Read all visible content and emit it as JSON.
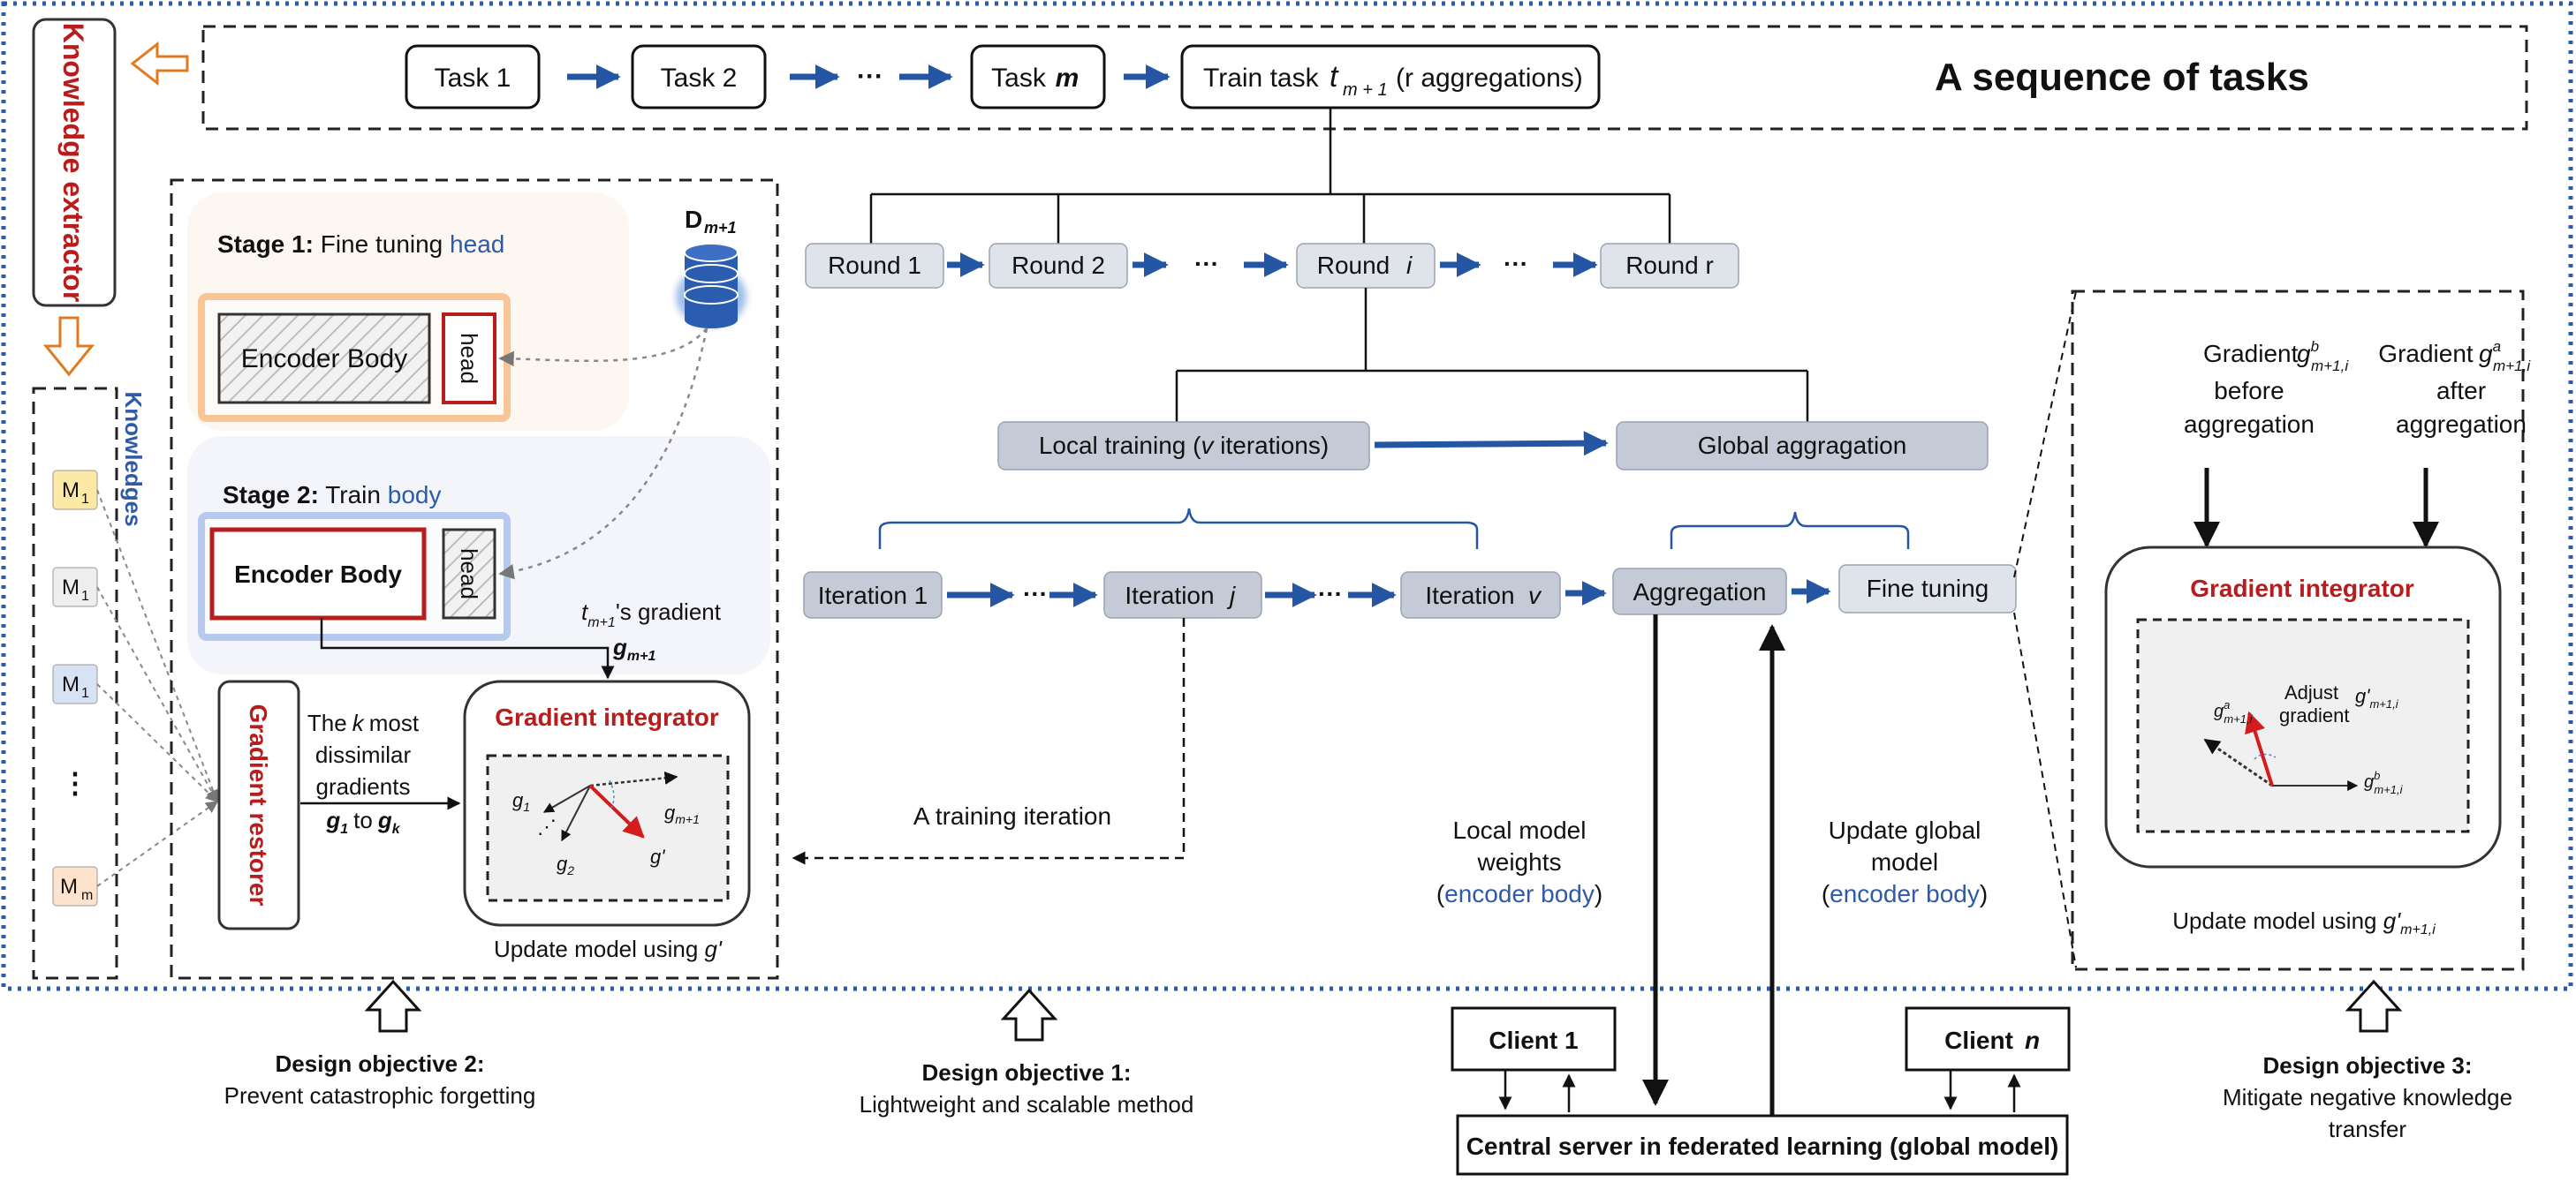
{
  "sequence": {
    "title": "A sequence of tasks",
    "tasks": [
      "Task 1",
      "Task 2",
      "···",
      "Task",
      "Train task"
    ],
    "task_m_var": "m",
    "train_task_var": "t",
    "train_task_sub": "m + 1",
    "train_task_suffix": "(r aggregations)"
  },
  "knowledge_extractor": {
    "label": "Knowledge extractor",
    "knowledges_label": "Knowledges",
    "models": [
      "M",
      "M",
      "M",
      "⋮",
      "M"
    ],
    "model_subs": [
      "1",
      "1",
      "1",
      "",
      "m"
    ]
  },
  "objective2_panel": {
    "stage1_prefix": "Stage 1:",
    "stage1_text": " Fine tuning ",
    "stage1_accent": "head",
    "stage2_prefix": "Stage 2:",
    "stage2_text": " Train ",
    "stage2_accent": "body",
    "dataset_label": "D",
    "dataset_sub": "m+1",
    "encoder_body": "Encoder Body",
    "head": "head",
    "gradient_restorer": "Gradient restorer",
    "dissimilar_lines": [
      "The",
      "k",
      "most",
      "dissimilar",
      "gradients",
      "g",
      "to",
      "g"
    ],
    "dissimilar_subs": [
      "1",
      "k"
    ],
    "task_gradient_var": "t",
    "task_gradient_sub": "m+1",
    "task_gradient_text": "'s gradient",
    "task_gradient_g": "g",
    "task_gradient_g_sub": "m+1",
    "integrator_title": "Gradient integrator",
    "g1": "g",
    "g1_sub": "1",
    "g2": "g",
    "g2_sub": "2",
    "gm1": "g",
    "gm1_sub": "m+1",
    "gprime": "g'",
    "dots": "⋰",
    "update_text": "Update model using ",
    "update_var": "g'"
  },
  "rounds": {
    "items": [
      "Round 1",
      "Round 2",
      "···",
      "Round",
      "···",
      "Round r"
    ],
    "round_i_var": "i"
  },
  "training": {
    "local": "Local training (",
    "local_var": "v",
    "local_suffix": " iterations)",
    "global": "Global aggragation",
    "iterations": [
      "Iteration 1",
      "···",
      "Iteration",
      "···",
      "Iteration"
    ],
    "iter_j_var": "j",
    "iter_v_var": "v",
    "aggregation": "Aggregation",
    "fine_tuning": "Fine tuning",
    "training_iteration": "A training iteration"
  },
  "federation": {
    "local_weights_lines": [
      "Local model",
      "weights"
    ],
    "update_global_lines": [
      "Update global",
      "model"
    ],
    "encoder_body": "encoder body",
    "client1": "Client 1",
    "client_n": "Client",
    "client_n_var": "n",
    "server": "Central server in federated learning (global model)"
  },
  "objective3_panel": {
    "gradient_before_label": "Gradient",
    "gb_var": "g",
    "gb_sup": "b",
    "gb_sub": "m+1,i",
    "before_lines": [
      "before",
      "aggregation"
    ],
    "gradient_after_label": "Gradient",
    "ga_var": "g",
    "ga_sup": "a",
    "ga_sub": "m+1,i",
    "after_lines": [
      "after",
      "aggregation"
    ],
    "integrator_title": "Gradient integrator",
    "adjust_lines": [
      "Adjust",
      "gradient"
    ],
    "gprime_var": "g'",
    "gprime_sub": "m+1,i",
    "update_text": "Update model using ",
    "update_var": "g'",
    "update_sub": "m+1,i"
  },
  "objectives": {
    "o1_title": "Design objective 1:",
    "o1_text": "Lightweight and scalable method",
    "o2_title": "Design objective 2:",
    "o2_text": "Prevent catastrophic forgetting",
    "o3_title": "Design objective 3:",
    "o3_lines": [
      "Mitigate negative knowledge",
      "transfer"
    ]
  },
  "colors": {
    "accent_blue": "#2456a4",
    "accent_red": "#b81c1c",
    "orange": "#e07b20",
    "border_dotted": "#2a5bb0"
  }
}
